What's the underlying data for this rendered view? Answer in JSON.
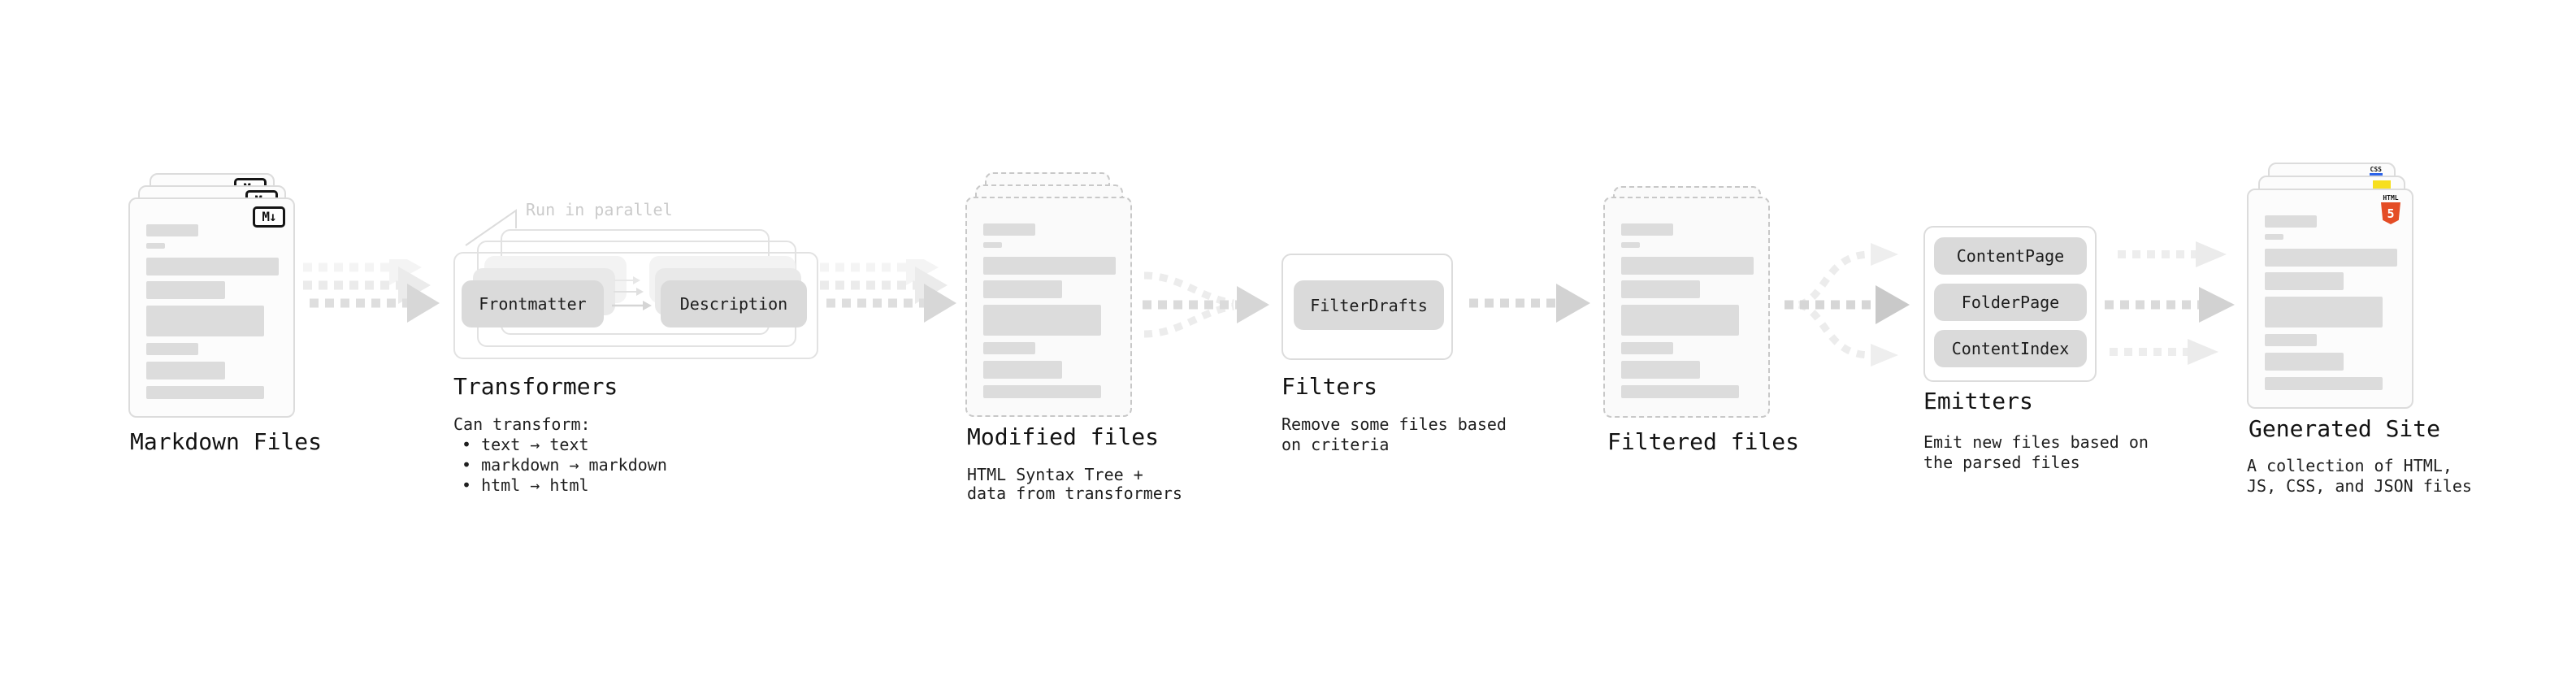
{
  "diagram": {
    "stages": {
      "markdown": {
        "title": "Markdown Files",
        "badge": "M↓"
      },
      "transformers": {
        "title": "Transformers",
        "note": "Run in parallel",
        "pill_from": "Frontmatter",
        "pill_to": "Description",
        "caption_heading": "Can transform:",
        "bullets": [
          "• text → text",
          "• markdown → markdown",
          "• html → html"
        ]
      },
      "modified": {
        "title": "Modified files",
        "caption": [
          "HTML Syntax Tree +",
          "data from transformers"
        ]
      },
      "filters": {
        "title": "Filters",
        "pill": "FilterDrafts",
        "caption": [
          "Remove some files based",
          "on criteria"
        ]
      },
      "filtered": {
        "title": "Filtered files"
      },
      "emitters": {
        "title": "Emitters",
        "pills": [
          "ContentPage",
          "FolderPage",
          "ContentIndex"
        ],
        "caption": [
          "Emit new files based on",
          "the parsed files"
        ]
      },
      "generated": {
        "title": "Generated Site",
        "caption": [
          "A collection of HTML,",
          "JS, CSS, and JSON files"
        ],
        "badges": {
          "css": "CSS",
          "html": "HTML",
          "html_number": "5"
        }
      }
    },
    "colors": {
      "html5_orange": "#e44d26",
      "js_yellow": "#f7df1e",
      "css_blue": "#2b62e9",
      "placeholder_gray": "#dcdcdc",
      "arrow_gray": "#dedede",
      "text": "#141414"
    }
  }
}
